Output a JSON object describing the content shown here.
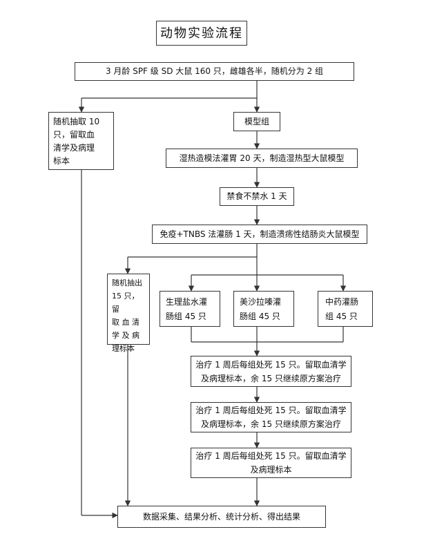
{
  "title": "动物实验流程",
  "nodes": {
    "start": "3 月龄 SPF 级 SD 大鼠 160 只，雌雄各半，随机分为 2 组",
    "random10": "随机抽取 10\n只，留取血\n清学及病理\n标本",
    "model_group": "模型组",
    "damp_heat": "湿热造模法灌胃 20 天，制造湿热型大鼠模型",
    "fasting": "禁食不禁水 1 天",
    "tnbs": "免疫+TNBS 法灌肠 1 天，制造溃疡性结肠炎大鼠模型",
    "random15": "随机抽出\n15 只，留\n取 血 清\n学 及 病\n理标本",
    "saline": "生理盐水灌\n肠组 45 只",
    "mesalazine": "美沙拉嗪灌\n肠组 45 只",
    "tcm": "中药灌肠\n组 45 只",
    "treat1": "治疗 1 周后每组处死 15 只。留取血清学\n及病理标本，余 15 只继续原方案治疗",
    "treat2": "治疗 1 周后每组处死 15 只。留取血清学\n及病理标本，余 15 只继续原方案治疗",
    "treat3": "治疗 1 周后每组处死 15 只。留取血清学\n及病理标本",
    "final": "数据采集、结果分析、统计分析、得出结果"
  }
}
